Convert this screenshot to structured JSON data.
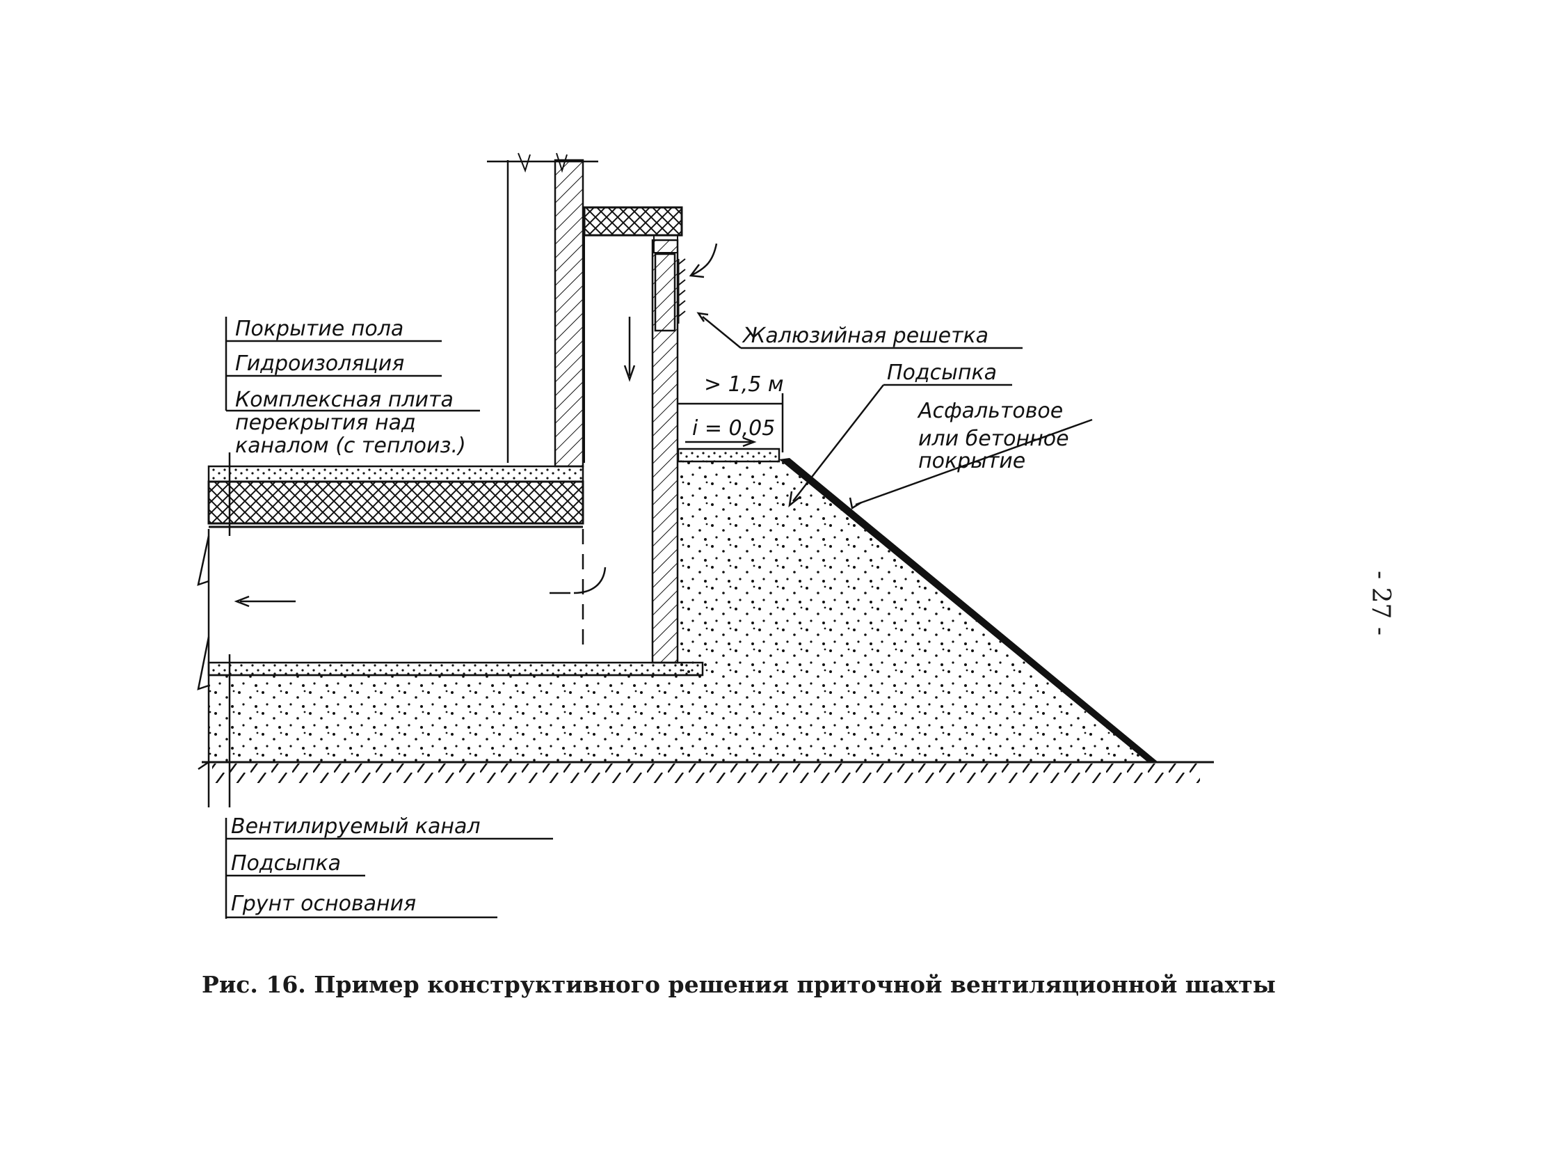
{
  "labels": {
    "floor_covering": "Покрытие пола",
    "waterproofing": "Гидроизоляция",
    "slab_line1": "Комплексная плита",
    "slab_line2": "перекрытия над",
    "slab_line3": "каналом (с теплоиз.)",
    "louver_grille": "Жалюзийная решетка",
    "backfill_top": "Подсыпка",
    "asphalt_line1": "Асфальтовое",
    "asphalt_line2": "или бетонное",
    "asphalt_line3": "покрытие",
    "ventilated_channel": "Вентилируемый канал",
    "backfill_bottom": "Подсыпка",
    "base_soil": "Грунт основания",
    "dim_distance": "> 1,5 м",
    "dim_slope": "i = 0,05"
  },
  "caption": "Рис. 16. Пример конструктивного решения приточной вентиляционной шахты",
  "page_number": "- 27 -"
}
